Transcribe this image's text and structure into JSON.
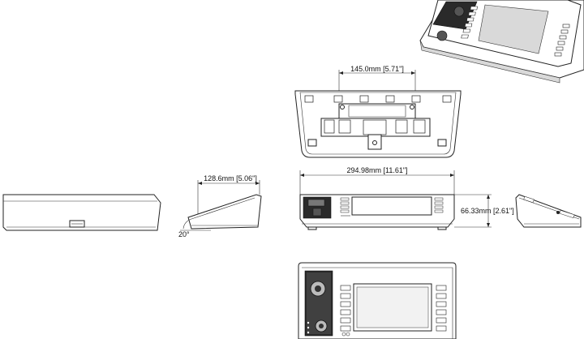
{
  "dimensions": {
    "bracket_width": "145.0mm [5.71\"]",
    "overall_width": "294.98mm [11.61\"]",
    "depth": "128.6mm [5.06\"]",
    "height": "66.33mm [2.61\"]",
    "tilt_angle": "20°"
  },
  "views": [
    "isometric-view",
    "rear-view",
    "front-view",
    "side-view-left",
    "side-view-right",
    "top-view",
    "base-profile-view"
  ],
  "colors": {
    "line": "#222222",
    "panel": "#2a2a2a",
    "background": "#ffffff"
  }
}
